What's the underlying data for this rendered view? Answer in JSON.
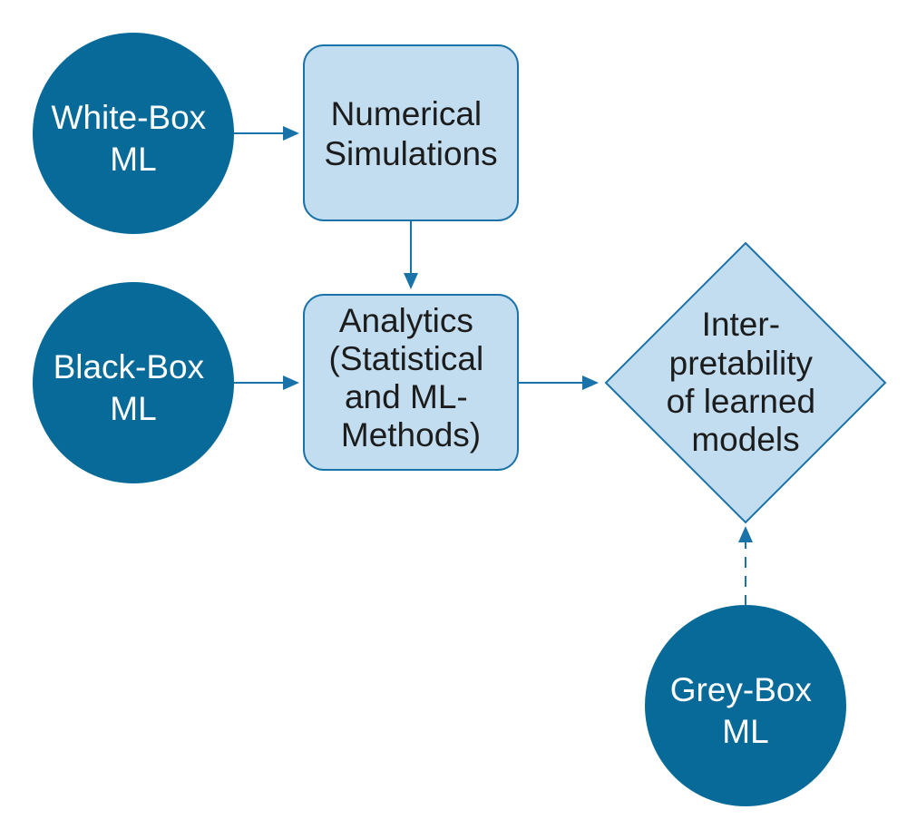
{
  "nodes": {
    "white_box_ml": {
      "lines": [
        "White-Box",
        "ML"
      ],
      "shape": "circle"
    },
    "black_box_ml": {
      "lines": [
        "Black-Box",
        "ML"
      ],
      "shape": "circle"
    },
    "grey_box_ml": {
      "lines": [
        "Grey-Box",
        "ML"
      ],
      "shape": "circle"
    },
    "numerical_simulations": {
      "lines": [
        "Numerical",
        "Simulations"
      ],
      "shape": "rounded-box"
    },
    "analytics": {
      "lines": [
        "Analytics",
        "(Statistical",
        "and ML-",
        "Methods)"
      ],
      "shape": "rounded-box"
    },
    "interpretability": {
      "lines": [
        "Inter-",
        "pretability",
        "of learned",
        "models"
      ],
      "shape": "diamond"
    }
  },
  "edges": [
    {
      "from": "white_box_ml",
      "to": "numerical_simulations",
      "style": "solid"
    },
    {
      "from": "numerical_simulations",
      "to": "analytics",
      "style": "solid"
    },
    {
      "from": "black_box_ml",
      "to": "analytics",
      "style": "solid"
    },
    {
      "from": "analytics",
      "to": "interpretability",
      "style": "solid"
    },
    {
      "from": "grey_box_ml",
      "to": "interpretability",
      "style": "dashed"
    }
  ],
  "colors": {
    "circle_fill": "#086a99",
    "box_fill": "#c2ddf0",
    "stroke": "#1a73a8",
    "circle_text": "#ffffff",
    "box_text": "#1c1c1c"
  }
}
